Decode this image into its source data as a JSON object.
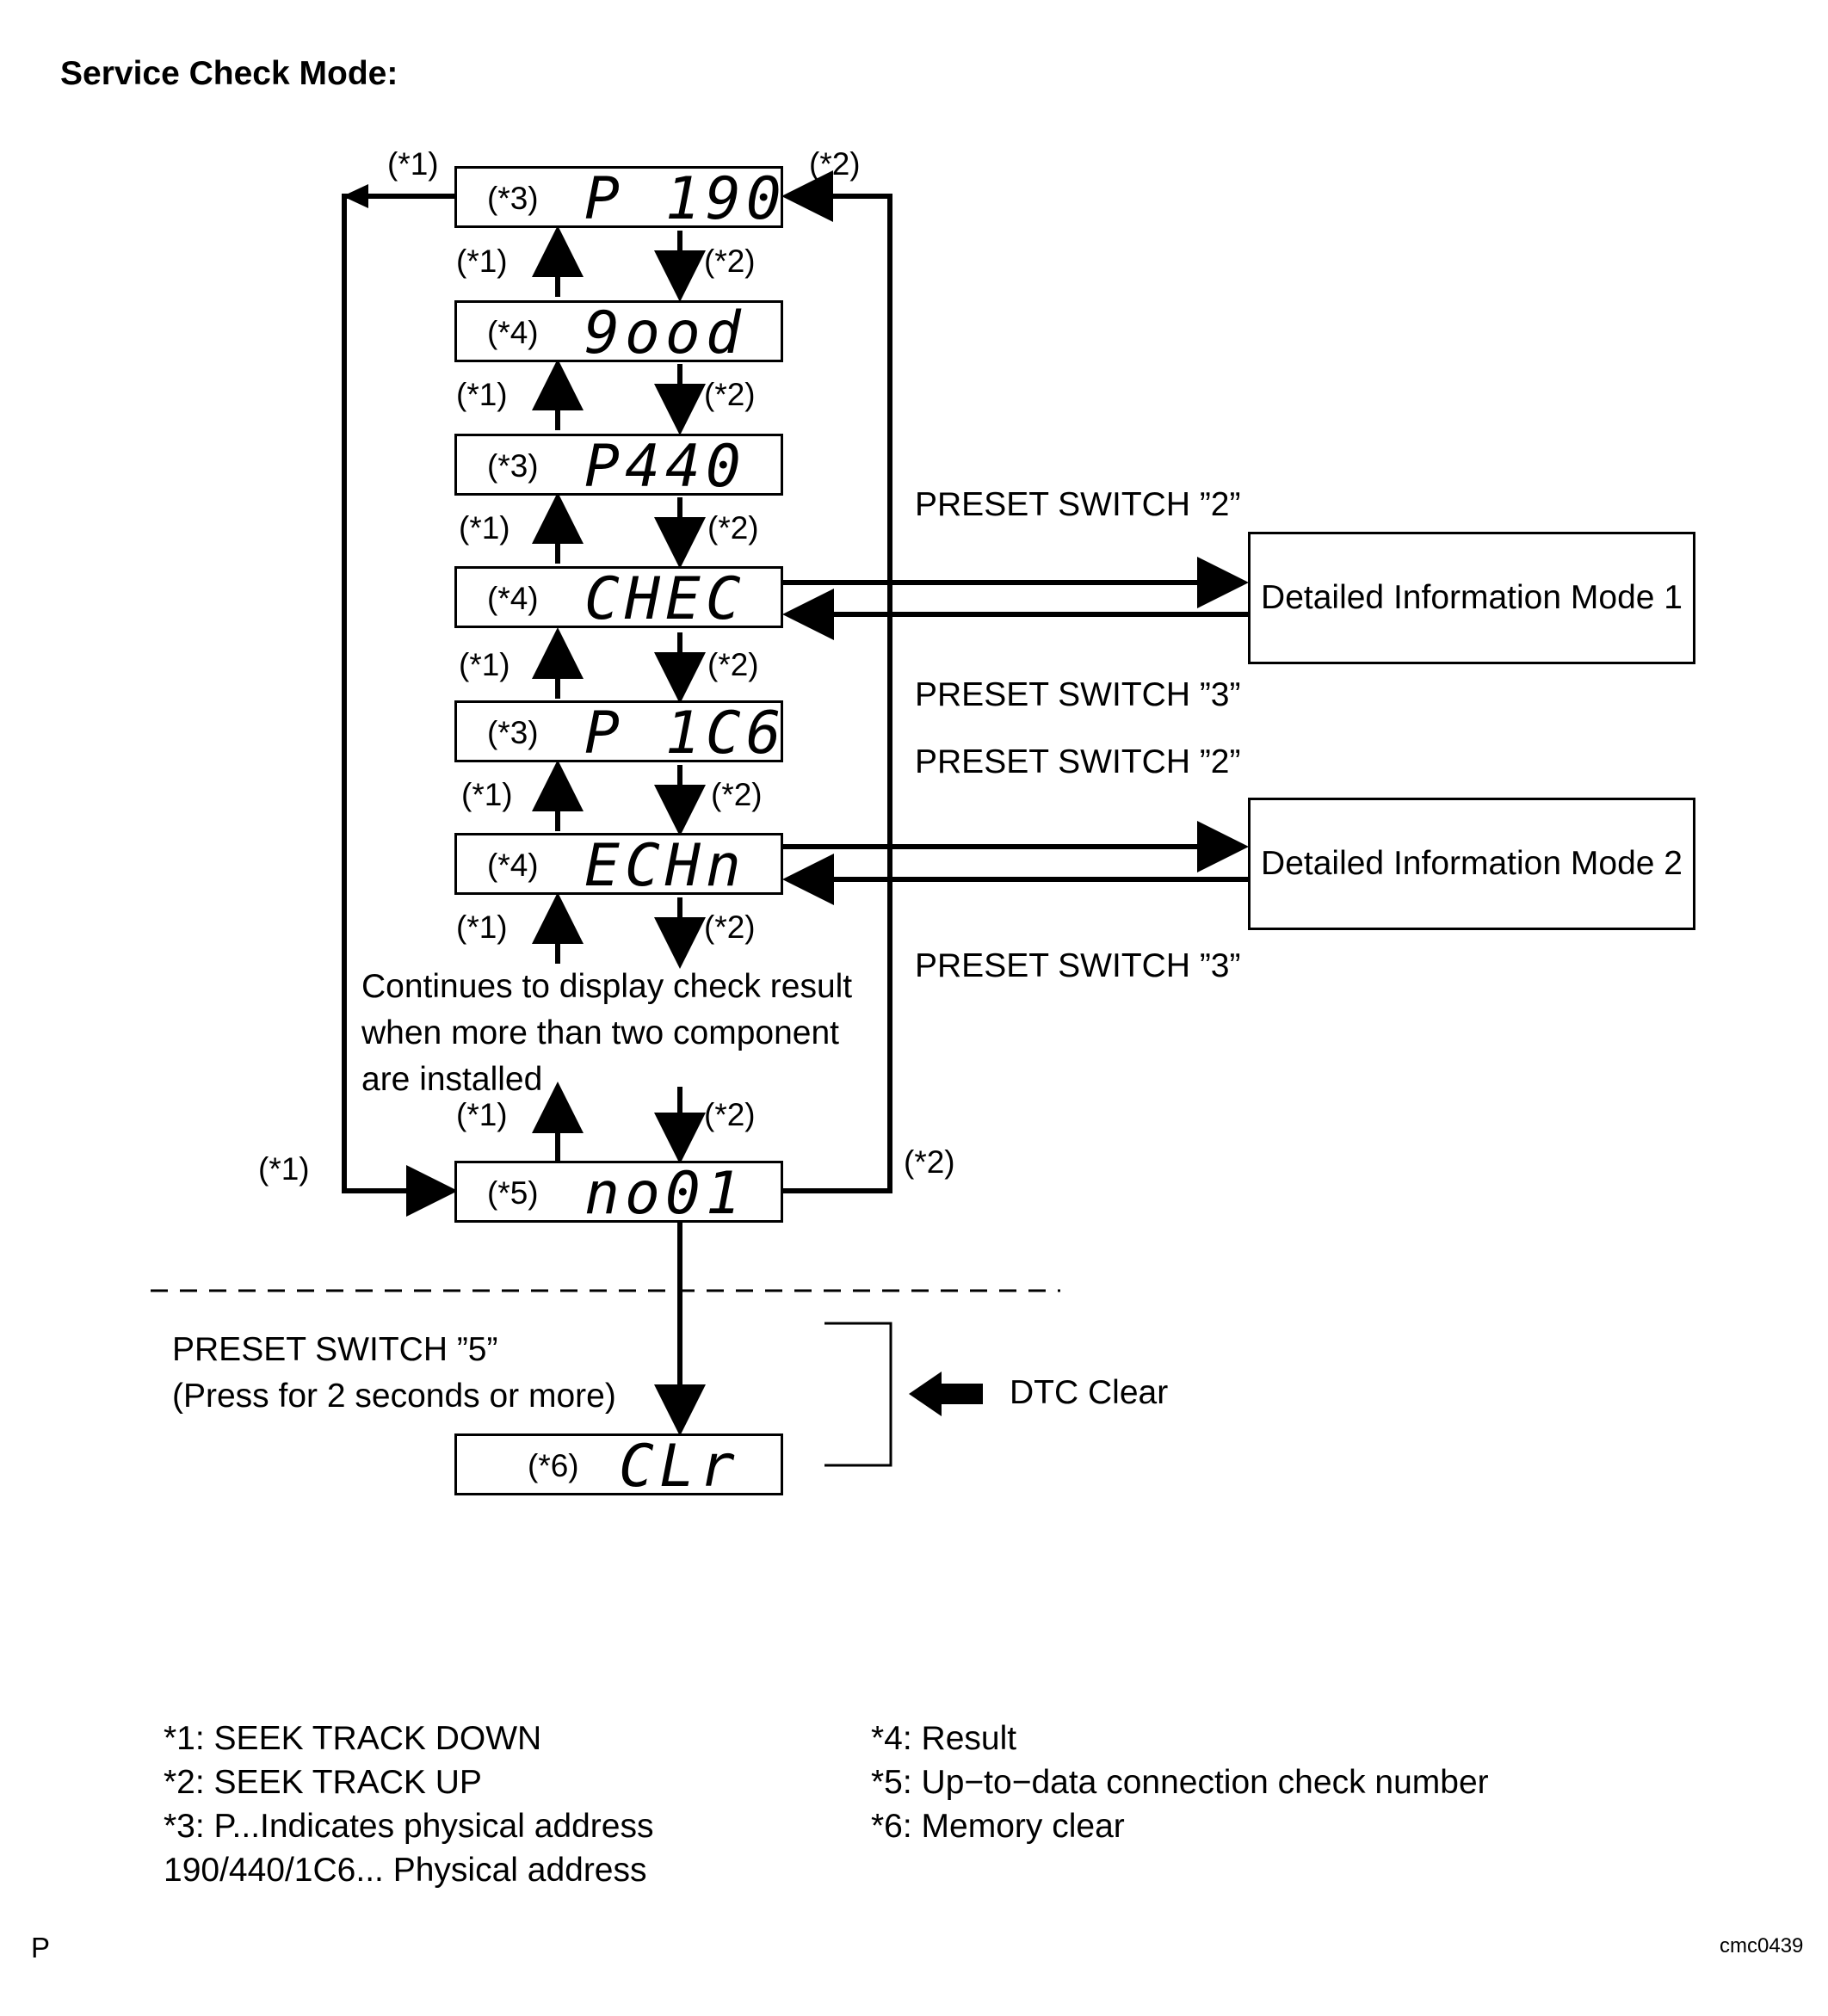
{
  "title": "Service Check Mode:",
  "displays": [
    {
      "ref": "(*3)",
      "code": "P 190"
    },
    {
      "ref": "(*4)",
      "code": "9ood"
    },
    {
      "ref": "(*3)",
      "code": "P440"
    },
    {
      "ref": "(*4)",
      "code": "CHEC"
    },
    {
      "ref": "(*3)",
      "code": "P 1C6"
    },
    {
      "ref": "(*4)",
      "code": "ECHn"
    },
    {
      "ref": "(*5)",
      "code": "no01"
    },
    {
      "ref": "(*6)",
      "code": "CLr"
    }
  ],
  "arrow_labels": {
    "down": "(*1)",
    "up": "(*2)"
  },
  "preset": {
    "s2": "PRESET SWITCH ”2”",
    "s3": "PRESET SWITCH ”3”",
    "s5": "PRESET SWITCH ”5”",
    "s5_note": "(Press for 2 seconds or more)"
  },
  "info_modes": [
    "Detailed Information Mode 1",
    "Detailed Information Mode 2"
  ],
  "continue_note": [
    "Continues to display check result",
    "when more than two component",
    "are installed"
  ],
  "dtc_clear": "DTC Clear",
  "legend_left": [
    "*1: SEEK TRACK DOWN",
    "*2: SEEK TRACK UP",
    "*3: P...Indicates physical address",
    "190/440/1C6... Physical address"
  ],
  "legend_right": [
    "*4: Result",
    "*5: Up−to−data connection check number",
    "*6: Memory clear"
  ],
  "footer": {
    "left": "P",
    "right": "cmc0439"
  }
}
